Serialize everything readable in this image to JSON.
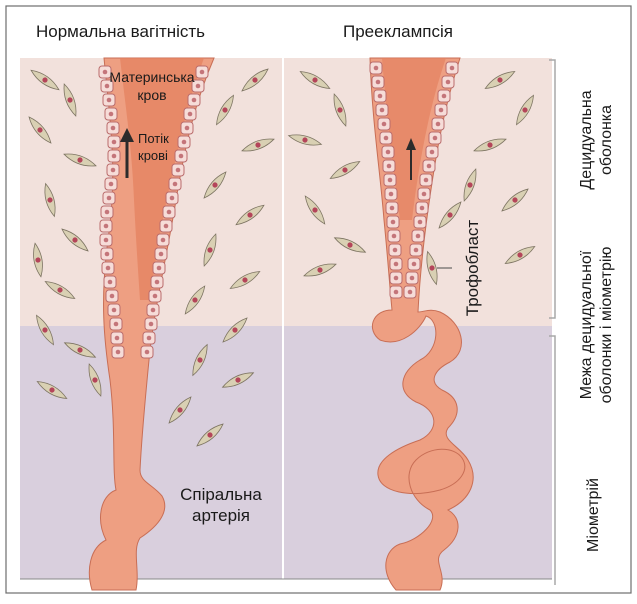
{
  "headings": {
    "normal": "Нормальна вагітність",
    "preeclampsia": "Прееклампсія"
  },
  "labels": {
    "maternal_blood_line1": "Материнська",
    "maternal_blood_line2": "кров",
    "blood_flow_line1": "Потік",
    "blood_flow_line2": "крові",
    "trophoblast": "Трофобласт",
    "spiral_artery_line1": "Спіральна",
    "spiral_artery_line2": "артерія"
  },
  "zones": {
    "decidua_line1": "Децидуальна",
    "decidua_line2": "оболонка",
    "boundary_line1": "Межа децидуальної",
    "boundary_line2": "оболонки і міометрію",
    "myometrium": "Міометрій"
  },
  "colors": {
    "decidua_bg": "#f2e1dc",
    "myometrium_bg": "#d9cfdd",
    "artery": "#ee9f82",
    "artery_inner": "#e4825f",
    "cell_fill": "#d9d0b3",
    "cell_nucleus": "#b4455a",
    "endothelium": "#f6dcd8"
  }
}
